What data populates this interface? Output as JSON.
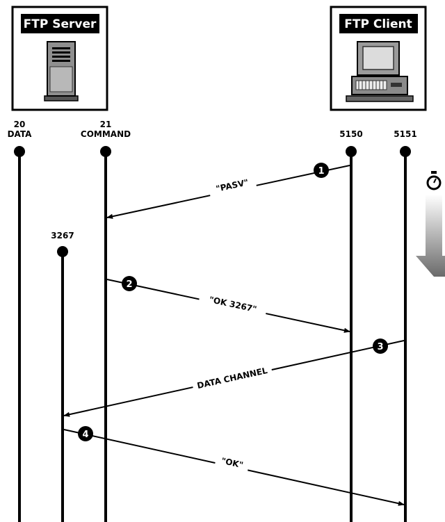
{
  "server_box": {
    "title": "FTP Server",
    "icon": "server-tower-icon"
  },
  "client_box": {
    "title": "FTP Client",
    "icon": "desktop-computer-icon"
  },
  "ports": {
    "data": {
      "number": "20",
      "name": "DATA"
    },
    "command": {
      "number": "21",
      "name": "COMMAND"
    },
    "server_passive": {
      "number": "3267"
    },
    "client_command": {
      "number": "5150"
    },
    "client_data": {
      "number": "5151"
    }
  },
  "messages": [
    {
      "step": "1",
      "label": "\"PASV\""
    },
    {
      "step": "2",
      "label": "\"OK 3267\""
    },
    {
      "step": "3",
      "label": "DATA CHANNEL"
    },
    {
      "step": "4",
      "label": "\"OK\""
    }
  ],
  "time_indicator": {
    "icon": "stopwatch-icon"
  }
}
